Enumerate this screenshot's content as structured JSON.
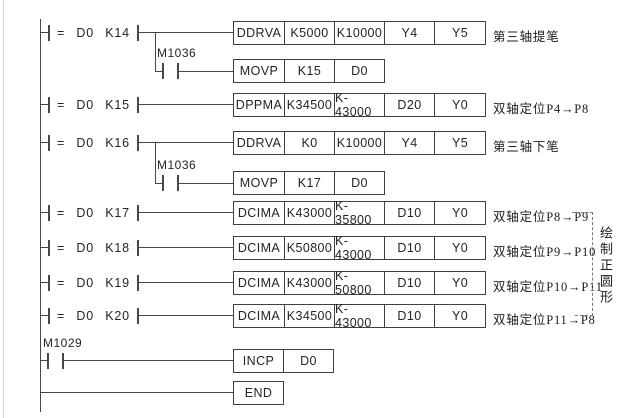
{
  "colors": {
    "line": "#474747",
    "box_border": "#3f3f3f",
    "text": "#242424",
    "comment_text": "#1c1c1c",
    "background": "#ffffff"
  },
  "rungs": [
    {
      "contact": "= D0 K14",
      "cells": [
        "DDRVA",
        "K5000",
        "K10000",
        "Y4",
        "Y5"
      ],
      "comment": "第三轴提笔"
    },
    {
      "label": "M1036",
      "cells": [
        "MOVP",
        "K15",
        "D0"
      ]
    },
    {
      "contact": "= D0 K15",
      "cells": [
        "DPPMA",
        "K34500",
        "K-43000",
        "D20",
        "Y0"
      ],
      "comment": "双轴定位P4→P8"
    },
    {
      "contact": "= D0 K16",
      "cells": [
        "DDRVA",
        "K0",
        "K10000",
        "Y4",
        "Y5"
      ],
      "comment": "第三轴下笔"
    },
    {
      "label": "M1036",
      "cells": [
        "MOVP",
        "K17",
        "D0"
      ]
    },
    {
      "contact": "= D0 K17",
      "cells": [
        "DCIMA",
        "K43000",
        "K-35800",
        "D10",
        "Y0"
      ],
      "comment": "双轴定位P8→P9"
    },
    {
      "contact": "= D0 K18",
      "cells": [
        "DCIMA",
        "K50800",
        "K-43000",
        "D10",
        "Y0"
      ],
      "comment": "双轴定位P9→P10"
    },
    {
      "contact": "= D0 K19",
      "cells": [
        "DCIMA",
        "K43000",
        "K-50800",
        "D10",
        "Y0"
      ],
      "comment": "双轴定位P10→P11"
    },
    {
      "contact": "= D0 K20",
      "cells": [
        "DCIMA",
        "K34500",
        "K-43000",
        "D10",
        "Y0"
      ],
      "comment": "双轴定位P11→P8"
    },
    {
      "label": "M1029",
      "cells": [
        "INCP",
        "D0"
      ]
    },
    {
      "cells": [
        "END"
      ]
    }
  ],
  "brace_label": "绘制正圆形"
}
